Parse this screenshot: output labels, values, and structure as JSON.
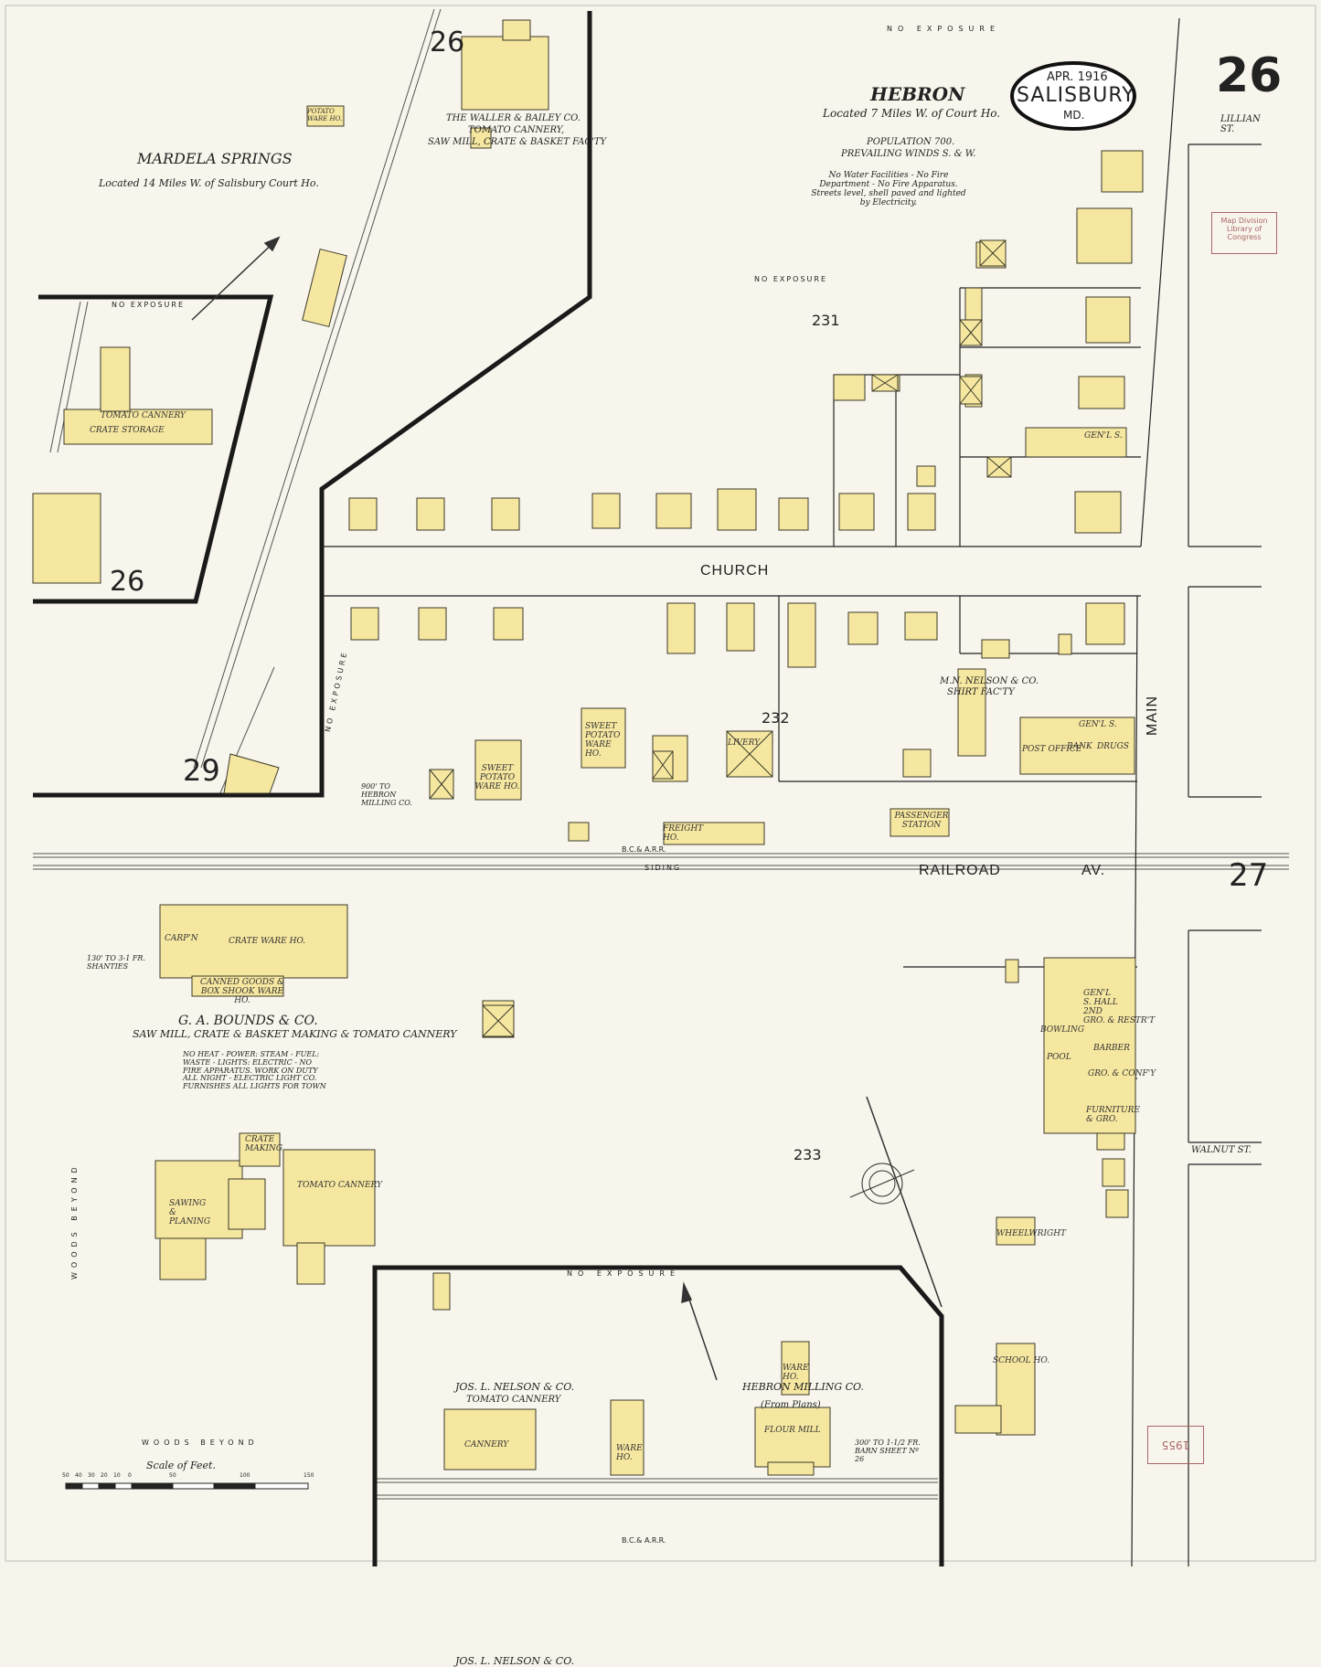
{
  "header": {
    "date": "APR. 1916",
    "city": "SALISBURY",
    "state": "MD.",
    "sheet_number": "26",
    "adjacent_sheets": [
      "26",
      "26",
      "27",
      "29"
    ]
  },
  "town": {
    "name": "HEBRON",
    "location": "Located 7 Miles W. of Court Ho.",
    "population": "POPULATION 700.",
    "winds": "PREVAILING WINDS S. & W.",
    "facilities": "No Water Facilities - No Fire Department - No Fire Apparatus. Streets level, shell paved and lighted by Electricity."
  },
  "inset": {
    "name": "MARDELA SPRINGS",
    "location": "Located 14 Miles W. of Salisbury Court Ho."
  },
  "blocks": [
    "231",
    "232",
    "233"
  ],
  "streets": {
    "church": "CHURCH",
    "main": "MAIN",
    "railroad": "RAILROAD",
    "av": "AV.",
    "lillian": "LILLIAN ST.",
    "walnut": "WALNUT ST."
  },
  "exposure": "NO EXPOSURE",
  "railroad_label": "B.C.& A.R.R.",
  "siding": "SIDING",
  "businesses": {
    "waller_bailey": [
      "THE WALLER & BAILEY CO.",
      "TOMATO CANNERY,",
      "SAW MILL, CRATE & BASKET FAC'TY"
    ],
    "bounds": [
      "G. A. BOUNDS & CO.",
      "SAW MILL, CRATE & BASKET MAKING & TOMATO CANNERY"
    ],
    "jos_nelson": [
      "JOS. L. NELSON & CO.",
      "TOMATO CANNERY"
    ],
    "hebron_milling": [
      "HEBRON MILLING CO.",
      "(From Plans)"
    ],
    "mn_nelson": [
      "M.N. NELSON & CO.",
      "SHIRT FAC'TY"
    ]
  },
  "building_labels": {
    "tomato_cannery": "TOMATO CANNERY",
    "crate_storage": "CRATE STORAGE",
    "passenger_station": "PASSENGER STATION",
    "freight_house": "FREIGHT HO.",
    "sweet_potato_1": "SWEET POTATO WARE HO.",
    "sweet_potato_2": "SWEET POTATO WARE HO.",
    "livery": "LIVERY",
    "post_office": "POST OFFICE",
    "bank": "BANK",
    "drugs": "DRUGS",
    "genl_s": "GEN'L S.",
    "crate_ware_ho": "CRATE WARE HO.",
    "carpn": "CARP'N",
    "canned_goods": "CANNED GOODS & BOX SHOOK WARE HO.",
    "sawing_planing": "SAWING & PLANING",
    "crate_making": "CRATE MAKING",
    "cannery": "CANNERY",
    "ware_ho": "WARE HO.",
    "flour_mill": "FLOUR MILL",
    "school_ho": "SCHOOL HO.",
    "wheelwright": "WHEELWRIGHT",
    "bowling": "BOWLING",
    "pool": "POOL",
    "barber": "BARBER",
    "furniture": "FURNITURE & GRO.",
    "genl_s_hall": "GEN'L S. HALL 2ND",
    "gro_restrt": "GRO. & RESTR'T",
    "gro_confy": "GRO. & CONF'Y",
    "potato_ware": "POTATO WARE HO."
  },
  "notes": {
    "bounds_note": "NO HEAT - POWER: STEAM - FUEL: WASTE - LIGHTS: ELECTRIC - NO FIRE APPARATUS. WORK ON DUTY ALL NIGHT - ELECTRIC LIGHT CO. FURNISHES ALL LIGHTS FOR TOWN",
    "shanties": "130' TO 3-1 FR. SHANTIES",
    "hebron_milling_co": "900' TO HEBRON MILLING CO.",
    "barn": "300' TO 1-1/2 FR. BARN SHEET Nº 26"
  },
  "woods": "WOODS BEYOND",
  "scale": {
    "title": "Scale of Feet.",
    "ticks": [
      "50",
      "40",
      "30",
      "20",
      "10",
      "0",
      "50",
      "100",
      "150"
    ]
  },
  "stamps": {
    "map_division": "Map Division Library of Congress",
    "year": "1955"
  },
  "colors": {
    "building_fill": "#f6e7a0",
    "building_stroke": "#3a3a2a",
    "paper": "#f6f3ea",
    "line": "#222222"
  }
}
